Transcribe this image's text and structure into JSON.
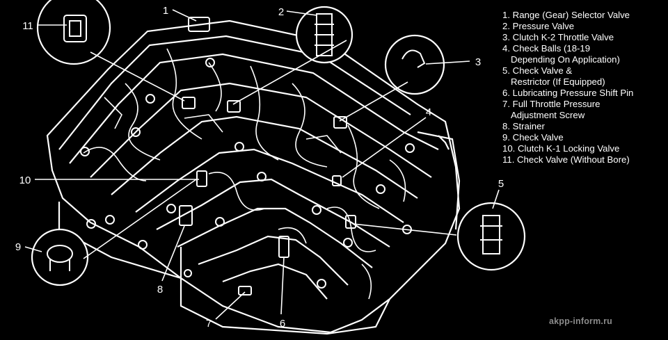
{
  "diagram": {
    "background": "#000000",
    "line_color": "#ffffff",
    "callouts": [
      {
        "number": "1"
      },
      {
        "number": "2"
      },
      {
        "number": "3"
      },
      {
        "number": "4"
      },
      {
        "number": "5"
      },
      {
        "number": "6"
      },
      {
        "number": "7"
      },
      {
        "number": "8"
      },
      {
        "number": "9"
      },
      {
        "number": "10"
      },
      {
        "number": "11"
      }
    ],
    "legend": [
      {
        "number": "1.",
        "lines": [
          "Range (Gear) Selector Valve"
        ]
      },
      {
        "number": "2.",
        "lines": [
          "Pressure Valve"
        ]
      },
      {
        "number": "3.",
        "lines": [
          "Clutch K-2 Throttle Valve"
        ]
      },
      {
        "number": "4.",
        "lines": [
          "Check Balls (18-19",
          "Depending On Application)"
        ]
      },
      {
        "number": "5.",
        "lines": [
          "Check Valve &",
          "Restrictor (If Equipped)"
        ]
      },
      {
        "number": "6.",
        "lines": [
          "Lubricating Pressure Shift Pin"
        ]
      },
      {
        "number": "7.",
        "lines": [
          "Full Throttle Pressure",
          "Adjustment Screw"
        ]
      },
      {
        "number": "8.",
        "lines": [
          "Strainer"
        ]
      },
      {
        "number": "9.",
        "lines": [
          "Check Valve"
        ]
      },
      {
        "number": "10.",
        "lines": [
          "Clutch K-1 Locking Valve"
        ]
      },
      {
        "number": "11.",
        "lines": [
          "Check Valve (Without Bore)"
        ]
      }
    ],
    "watermark": "akpp-inform.ru"
  }
}
